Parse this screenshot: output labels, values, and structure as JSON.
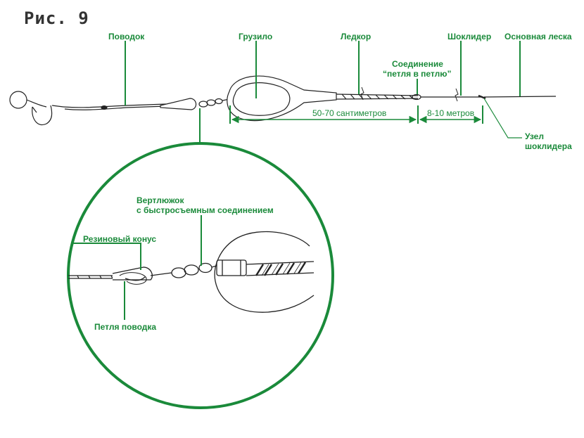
{
  "figure_title": "Рис. 9",
  "colors": {
    "accent": "#1a8a3a",
    "line": "#222222",
    "title": "#333333"
  },
  "labels": {
    "leader": "Поводок",
    "sinker": "Грузило",
    "leadcore": "Ледкор",
    "shock_leader": "Шоклидер",
    "main_line": "Основная леска",
    "loop_to_loop_line1": "Соединение",
    "loop_to_loop_line2": "“петля в петлю”",
    "shock_knot_line1": "Узел",
    "shock_knot_line2": "шоклидера",
    "swivel_line1": "Вертлюжок",
    "swivel_line2": "с быстросъемным соединением",
    "rubber_cone": "Резиновый конус",
    "leader_loop": "Петля поводка"
  },
  "dimensions": {
    "leadcore_length": "50-70 сантиметров",
    "shock_length": "8-10 метров"
  }
}
